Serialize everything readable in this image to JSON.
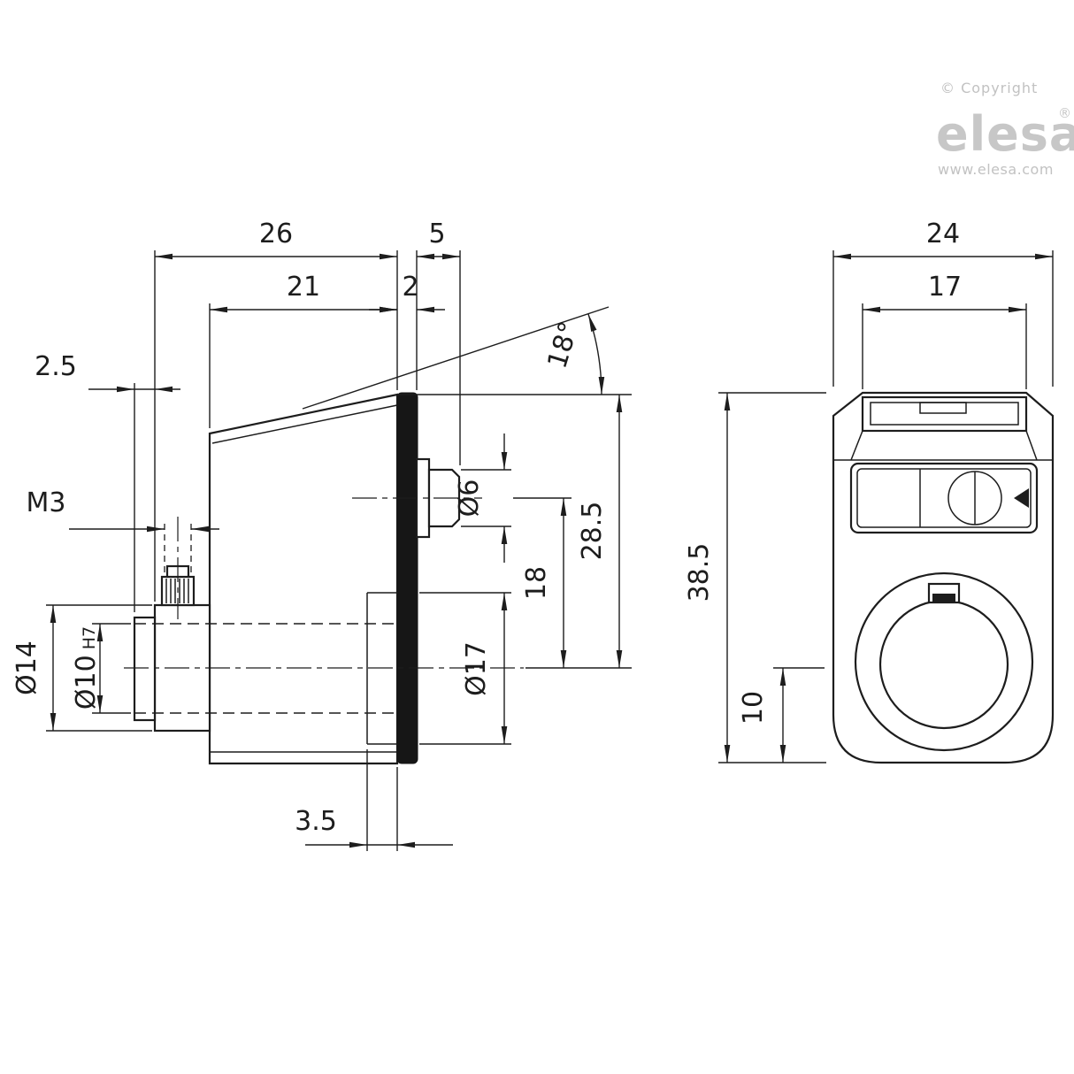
{
  "branding": {
    "copyright": "© Copyright",
    "logo_text": "elesa",
    "registered_mark": "®",
    "website": "www.elesa.com"
  },
  "drawing": {
    "type": "technical-dimension-drawing",
    "line_color": "#1d1d1d",
    "cover_band_color": "#161616",
    "views": {
      "side": {
        "dims": {
          "depth_total": "26",
          "shaft_protrusion": "5",
          "body_depth": "21",
          "cover_thickness": "2",
          "hub_protrusion": "2.5",
          "set_screw_thread": "M3",
          "front_face_angle": "18°",
          "shaft_diameter": "Ø6",
          "axis_distance": "18",
          "height_over_axis": "28.5",
          "recess_diameter": "Ø17",
          "hub_diameter": "Ø14",
          "bore_diameter": "Ø10",
          "bore_tolerance": "H7",
          "recess_depth": "3.5"
        }
      },
      "front": {
        "dims": {
          "width_total": "24",
          "window_width": "17",
          "height_total": "38.5",
          "axis_height": "10"
        }
      }
    }
  }
}
